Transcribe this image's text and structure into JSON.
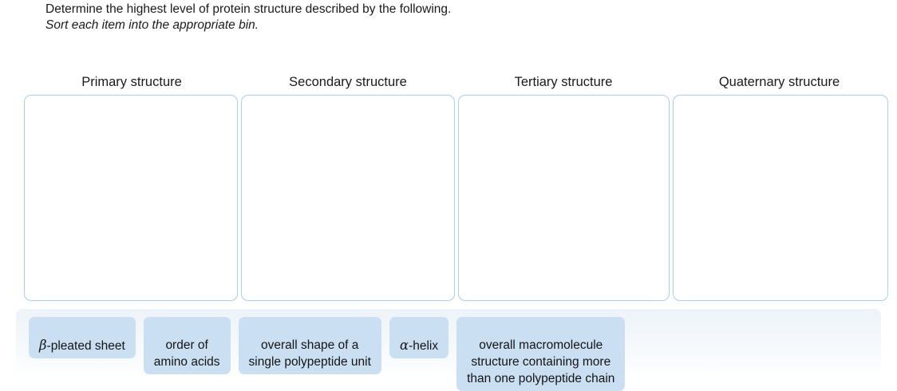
{
  "prompt": {
    "line1": "Determine the highest level of protein structure described by the following.",
    "line2": "Sort each item into the appropriate bin."
  },
  "bins": [
    {
      "label": "Primary structure",
      "name": "bin-primary-structure",
      "contents": []
    },
    {
      "label": "Secondary structure",
      "name": "bin-secondary-structure",
      "contents": []
    },
    {
      "label": "Tertiary structure",
      "name": "bin-tertiary-structure",
      "contents": []
    },
    {
      "label": "Quaternary structure",
      "name": "bin-quaternary-structure",
      "contents": []
    }
  ],
  "tray": {
    "items": [
      {
        "symbol": "β",
        "text": "-pleated sheet",
        "full_label": "β-pleated sheet"
      },
      {
        "symbol": "",
        "text": "order of\namino acids",
        "full_label": "order of amino acids"
      },
      {
        "symbol": "",
        "text": "overall shape of a\nsingle polypeptide unit",
        "full_label": "overall shape of a single polypeptide unit"
      },
      {
        "symbol": "α",
        "text": "-helix",
        "full_label": "α-helix"
      },
      {
        "symbol": "",
        "text": "overall macromolecule\nstructure containing more\nthan one polypeptide chain",
        "full_label": "overall macromolecule structure containing more than one polypeptide chain"
      }
    ]
  },
  "colors": {
    "bin_border": "#a8cdf0",
    "bin_fill": "#ffffff",
    "chip_fill": "#cbdff3",
    "tray_fill": "#eef3f9",
    "text": "#1a1a1a"
  }
}
